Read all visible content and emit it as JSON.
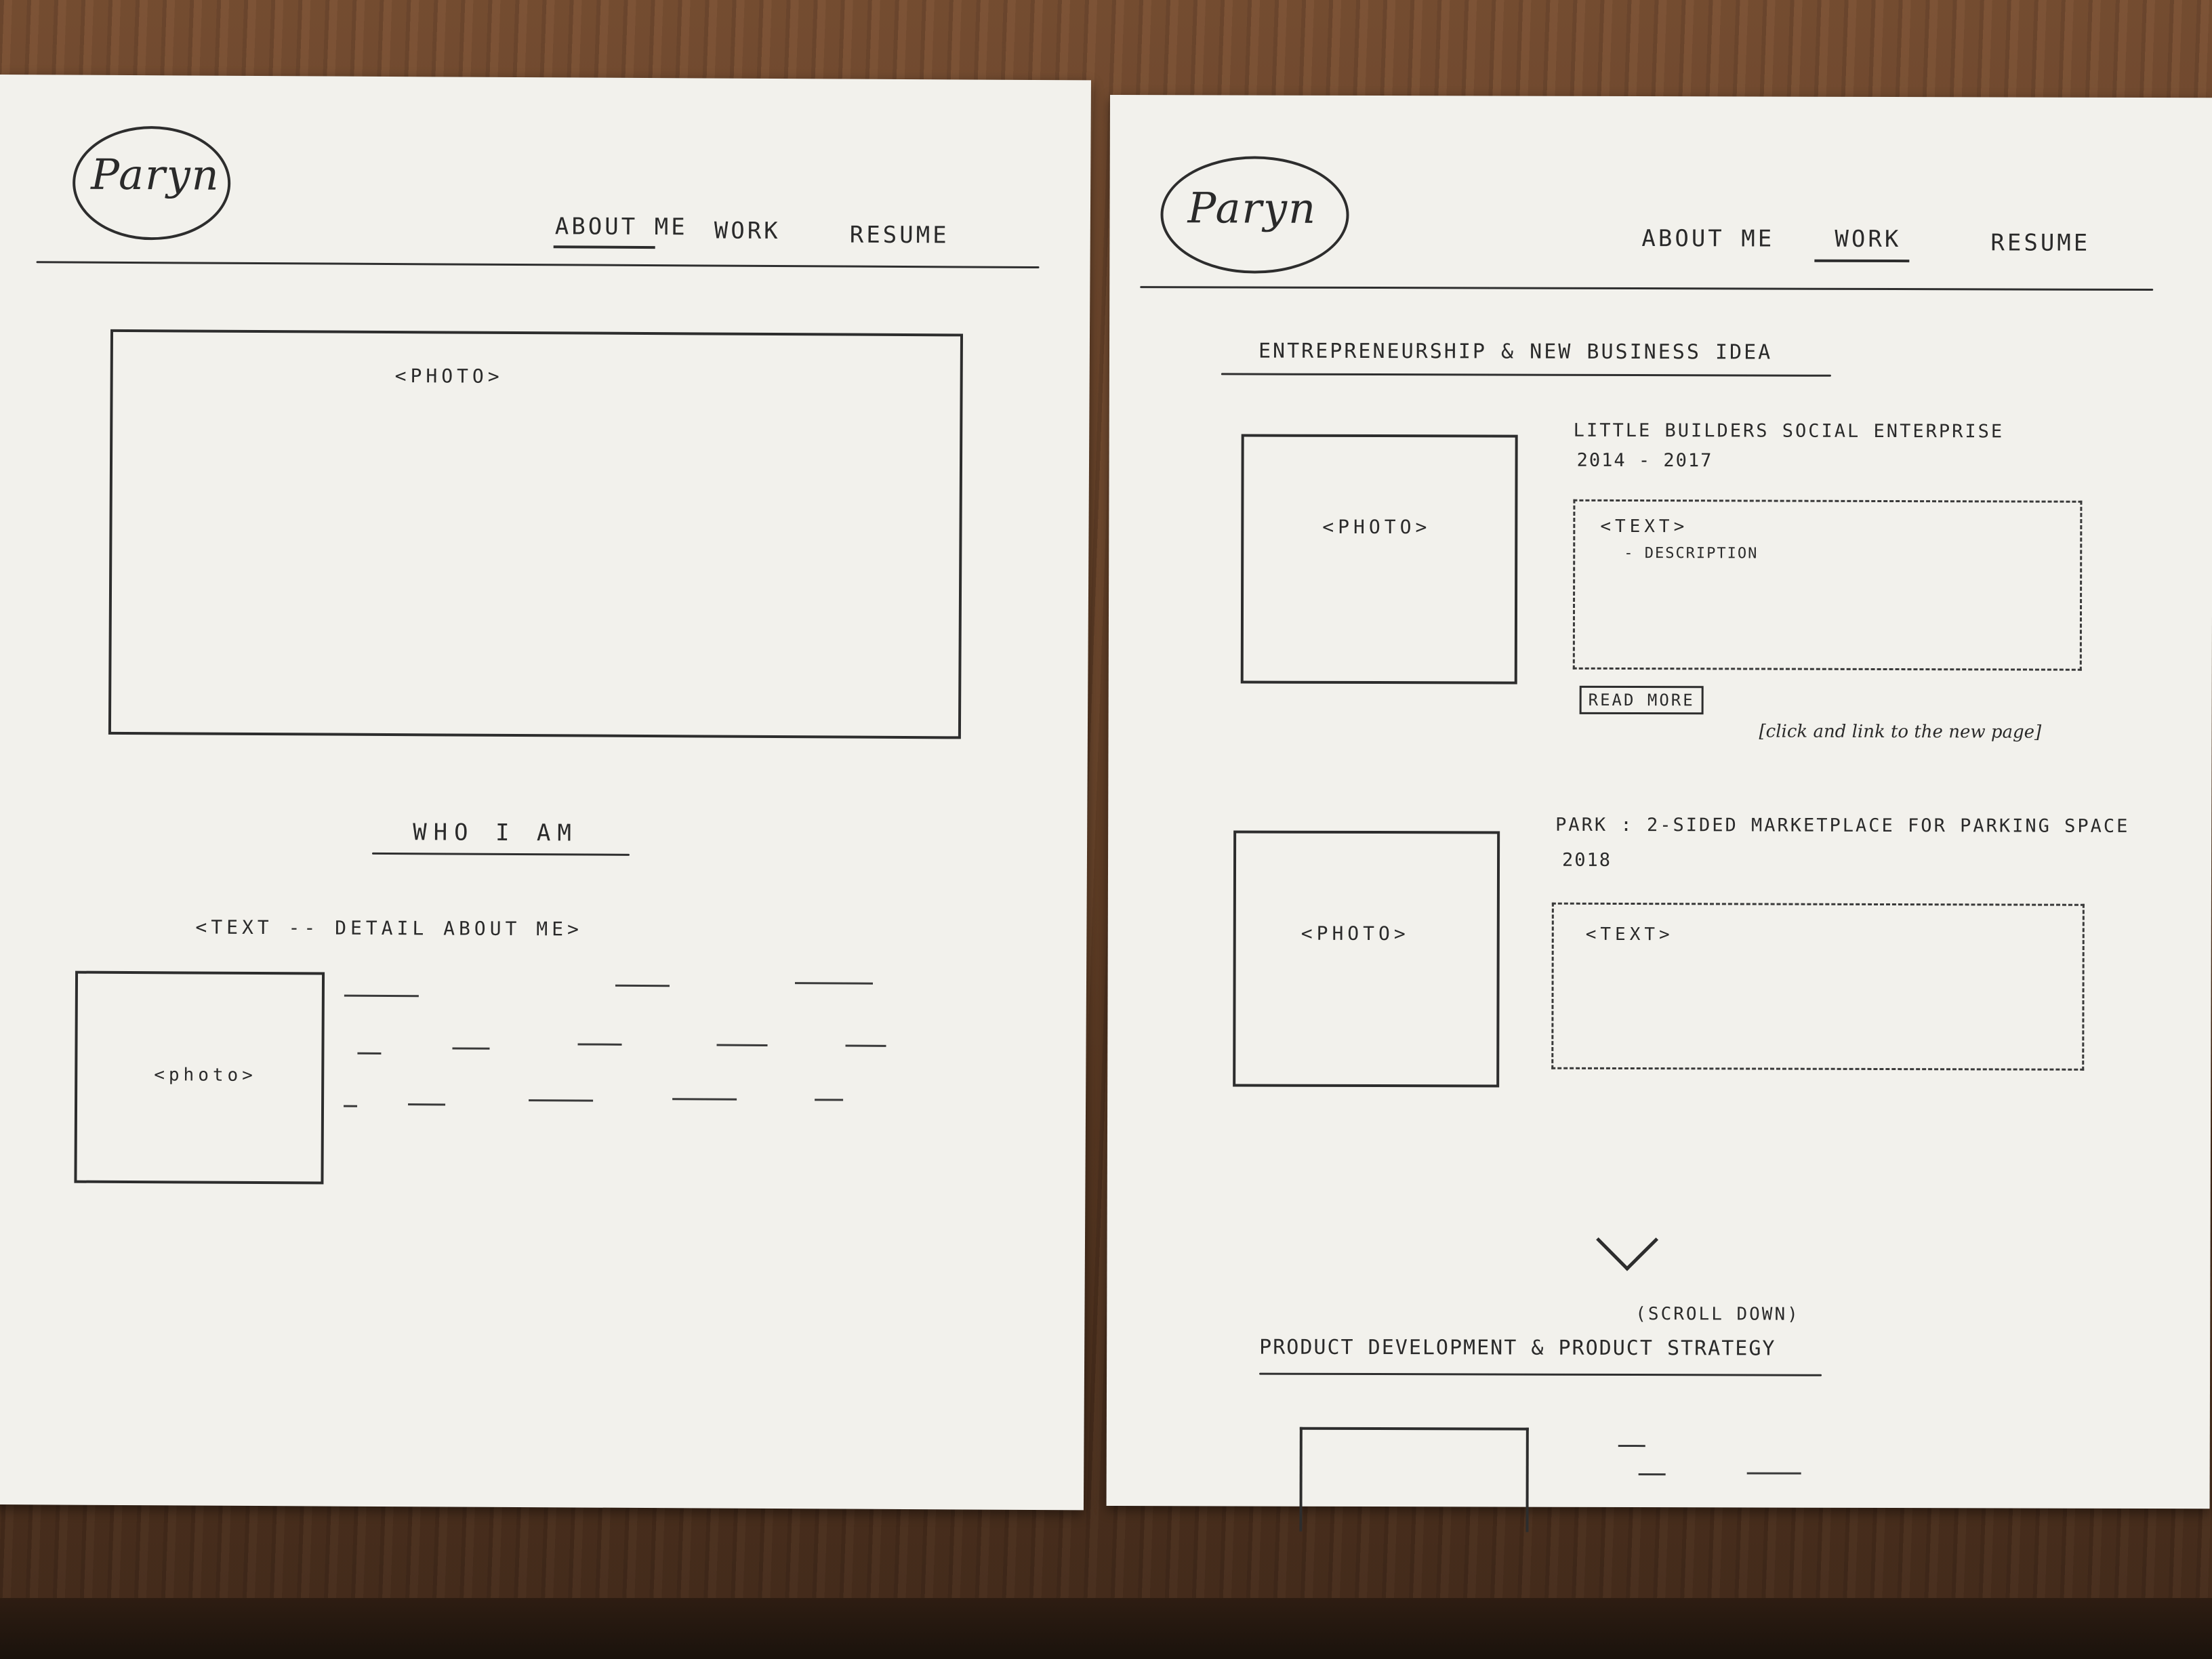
{
  "left_sheet": {
    "logo": "Paryn",
    "nav": [
      "ABOUT ME",
      "WORK",
      "RESUME"
    ],
    "active_nav": "ABOUT ME",
    "hero_photo": "<PHOTO>",
    "section_title": "WHO I AM",
    "text_label": "<TEXT -- DETAIL ABOUT ME>",
    "small_photo": "<photo>"
  },
  "right_sheet": {
    "logo": "Paryn",
    "nav": [
      "ABOUT ME",
      "WORK",
      "RESUME"
    ],
    "active_nav": "WORK",
    "section1_title": "ENTREPRENEURSHIP & NEW BUSINESS IDEA",
    "project1": {
      "title": "LITTLE BUILDERS SOCIAL ENTERPRISE",
      "years": "2014 - 2017",
      "photo": "<PHOTO>",
      "text": "<TEXT>",
      "description": "- DESCRIPTION",
      "button": "READ MORE",
      "note": "[click and link to the new page]"
    },
    "project2": {
      "title": "PARK : 2-SIDED MARKETPLACE FOR PARKING SPACE",
      "years": "2018",
      "photo": "<PHOTO>",
      "text": "<TEXT>"
    },
    "scroll_hint": "(SCROLL DOWN)",
    "section2_title": "PRODUCT DEVELOPMENT & PRODUCT STRATEGY"
  }
}
